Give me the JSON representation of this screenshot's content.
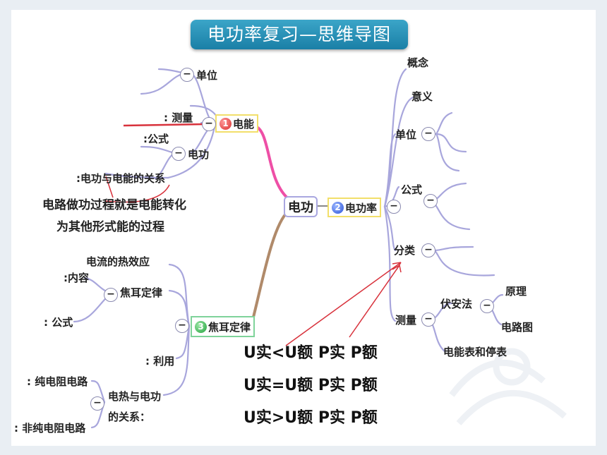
{
  "title": "电功率复习—思维导图",
  "center": {
    "label": "电功"
  },
  "electric_energy": {
    "badge": "1",
    "label": "电能",
    "children": {
      "unit": "单位",
      "measure": ": 测量",
      "formula": ":公式",
      "work": "电功",
      "relation": ":电功与电能的关系"
    },
    "note_line1": "电路做功过程就是电能转化",
    "note_line2": "为其他形式能的过程"
  },
  "power": {
    "badge": "2",
    "label": "电功率",
    "children": {
      "concept": "概念",
      "meaning": "意义",
      "unit": "单位",
      "formula": "公式",
      "classify": "分类",
      "measure": "测量"
    },
    "measure_children": {
      "volt_amp": "伏安法",
      "principle": "原理",
      "circuit": "电路图",
      "meter": "电能表和停表"
    }
  },
  "joule": {
    "badge": "3",
    "label": "焦耳定律",
    "children": {
      "heat_effect": "电流的热效应",
      "law": "焦耳定律",
      "content": ":内容",
      "formula": ": 公式",
      "use": ": 利用",
      "relation_line1": "电热与电功",
      "relation_line2": "的关系：",
      "pure": ": 纯电阻电路",
      "nonpure": ": 非纯电阻电路"
    }
  },
  "compare": {
    "line1": "U实<U额  P实   P额",
    "line2": "U实=U额  P实   P额",
    "line3": "U实>U额  P实   P额"
  },
  "collapse_symbol": "−"
}
